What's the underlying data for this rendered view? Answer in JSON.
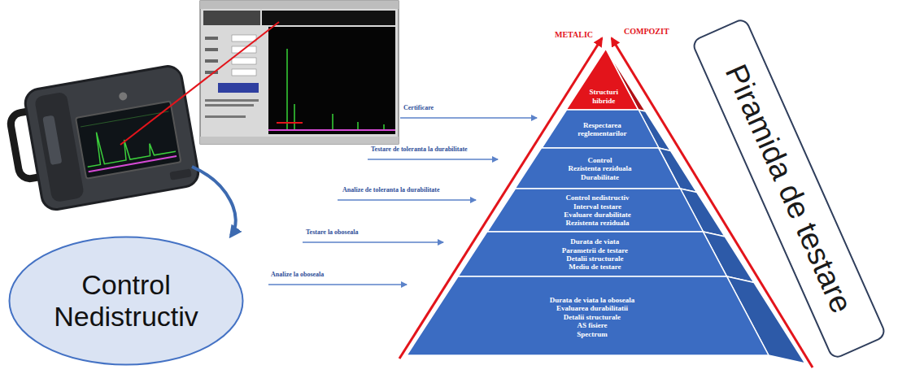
{
  "diagram": {
    "nodes": [
      {
        "text": [
          "Control Nedistructiv"
        ]
      },
      {
        "text": [
          "Structuri hibride"
        ]
      },
      {
        "text": [
          "Respectarea reglementarilor"
        ]
      },
      {
        "text": [
          "Control",
          "Rezistenta reziduala",
          "Durabilitate"
        ]
      },
      {
        "text": [
          "Control nedistructiv",
          "Interval testare",
          "Evaluare durabilitate",
          "Rezistenta reziduala"
        ]
      },
      {
        "text": [
          "Durata de viata",
          "Parametrii de testare",
          "Detalii structurale",
          "Mediu de testare"
        ]
      },
      {
        "text": [
          "Durata de viata la oboseala",
          "Evaluarea durabilitatii",
          "Detalii structurale",
          "AS fisiere",
          "Spectrum"
        ]
      },
      {
        "text": [
          "Piramida de testare"
        ]
      }
    ],
    "labels": [
      "Certificare",
      "Testare de toleranta la durabilitate",
      "Analize de toleranta la durabilitate",
      "Testare la oboseala",
      "Analize la oboseala",
      "METALIC",
      "COMPOZIT"
    ]
  }
}
